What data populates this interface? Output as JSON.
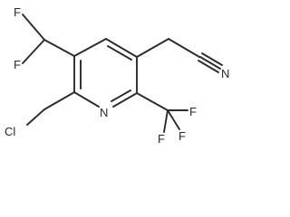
{
  "molecule": {
    "atoms": {
      "f1": "F",
      "f2": "F",
      "cl": "Cl",
      "n_ring": "N",
      "n_nitrile": "N",
      "f3": "F",
      "f4": "F",
      "f5": "F"
    }
  }
}
